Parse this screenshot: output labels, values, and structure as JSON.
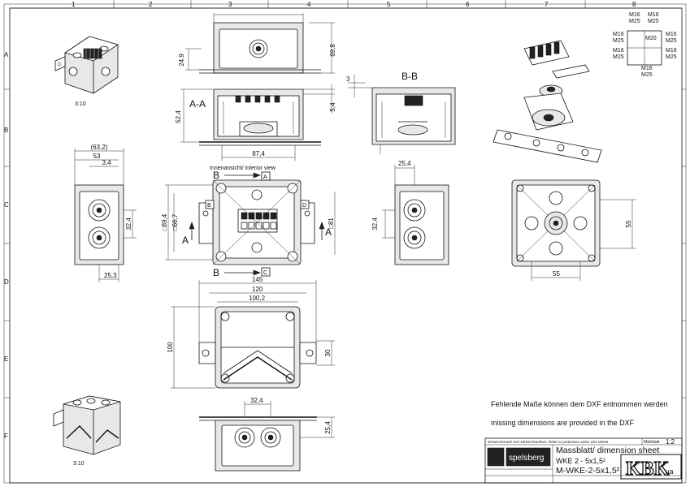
{
  "grid": {
    "columns": [
      "1",
      "2",
      "3",
      "4",
      "5",
      "6",
      "7",
      "8"
    ],
    "rows": [
      "A",
      "B",
      "C",
      "D",
      "E",
      "F"
    ]
  },
  "views": {
    "iso_top_scale": "3:10",
    "iso_bottom_scale": "3:10",
    "section_aa": "A-A",
    "section_bb": "B-B",
    "interior_view": "Innenansicht/ interior view",
    "cut_b": "B",
    "cut_a": "A",
    "cut_c": "C",
    "cut_d": "D"
  },
  "dims": {
    "d249": "24,9",
    "d698": "69,8",
    "d524": "52,4",
    "d54": "5,4",
    "d874": "87,4",
    "d3": "3",
    "d632": "(63,2)",
    "d53": "53",
    "d34": "3,4",
    "d324a": "32,4",
    "d253": "25,3",
    "d894": "□89,4",
    "d667": "□66,7",
    "d81": "□81",
    "d254a": "25,4",
    "d324b": "32,4",
    "d55a": "55",
    "d55b": "55",
    "d145": "145",
    "d120": "120",
    "d1002": "100,2",
    "d100": "100",
    "d30": "30",
    "d324c": "32,4",
    "d254b": "25,4"
  },
  "entries": {
    "m16_m25_a": "M16",
    "m16_m25_b": "M25",
    "m20": "M20"
  },
  "notes": {
    "de": "Fehlende Maße können dem DXF entnommen werden",
    "en": "missing dimensions are provided in the DXF"
  },
  "title_block": {
    "protection": "Schutzvermerk ISO 16016 beachten. Refer to protection notice ISO 16016.",
    "scale_label": "Maßstab",
    "scale": "1:2",
    "sheet_title": "Massblatt/ dimension sheet",
    "product_1": "WKE 2 - 5x1,5²",
    "product_2": "M-WKE-2-5x1,5²",
    "brand": "spelsberg",
    "logo_text": "KBK",
    "logo_sub": ".ua"
  }
}
